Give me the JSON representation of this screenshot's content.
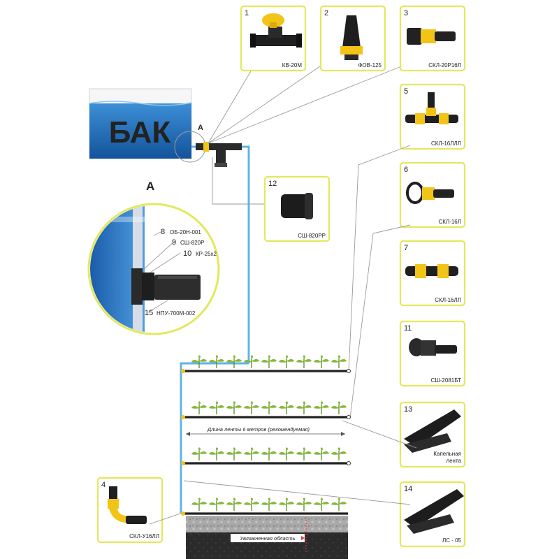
{
  "tank": {
    "label": "БАК"
  },
  "callouts": {
    "a_small": "A",
    "a_big": "A"
  },
  "inset_labels": [
    {
      "num": "8",
      "code": "ОБ-20Н-001"
    },
    {
      "num": "9",
      "code": "СШ-820Р"
    },
    {
      "num": "10",
      "code": "КР-25х2"
    },
    {
      "num": "15",
      "code": "НПУ-700М-002"
    }
  ],
  "parts": [
    {
      "num": "1",
      "code": "КВ-20М"
    },
    {
      "num": "2",
      "code": "ФОВ-125"
    },
    {
      "num": "3",
      "code": "СКЛ-20Р16Л"
    },
    {
      "num": "5",
      "code": "СКЛ-16ЛЛЛ"
    },
    {
      "num": "6",
      "code": "СКЛ-16Л"
    },
    {
      "num": "7",
      "code": "СКЛ-16ЛЛ"
    },
    {
      "num": "11",
      "code": "СШ-2081БТ"
    },
    {
      "num": "12",
      "code": "СШ-820РР"
    },
    {
      "num": "13",
      "code_line1": "Капельная",
      "code_line2": "лента"
    },
    {
      "num": "14",
      "code": "ЛС - 05"
    },
    {
      "num": "4",
      "code": "СКЛ-У16ЛЛ"
    }
  ],
  "annotations": {
    "tape_length": "Длина ленты 6 метров (рекомендуемая)",
    "wet_area": "Увлажненная область"
  },
  "colors": {
    "card_border": "#e3e85c",
    "pipe": "#5fb4e6",
    "fitting_yellow": "#f2c418",
    "plant": "#86b83a",
    "tank_water": "#1f6cb5"
  }
}
